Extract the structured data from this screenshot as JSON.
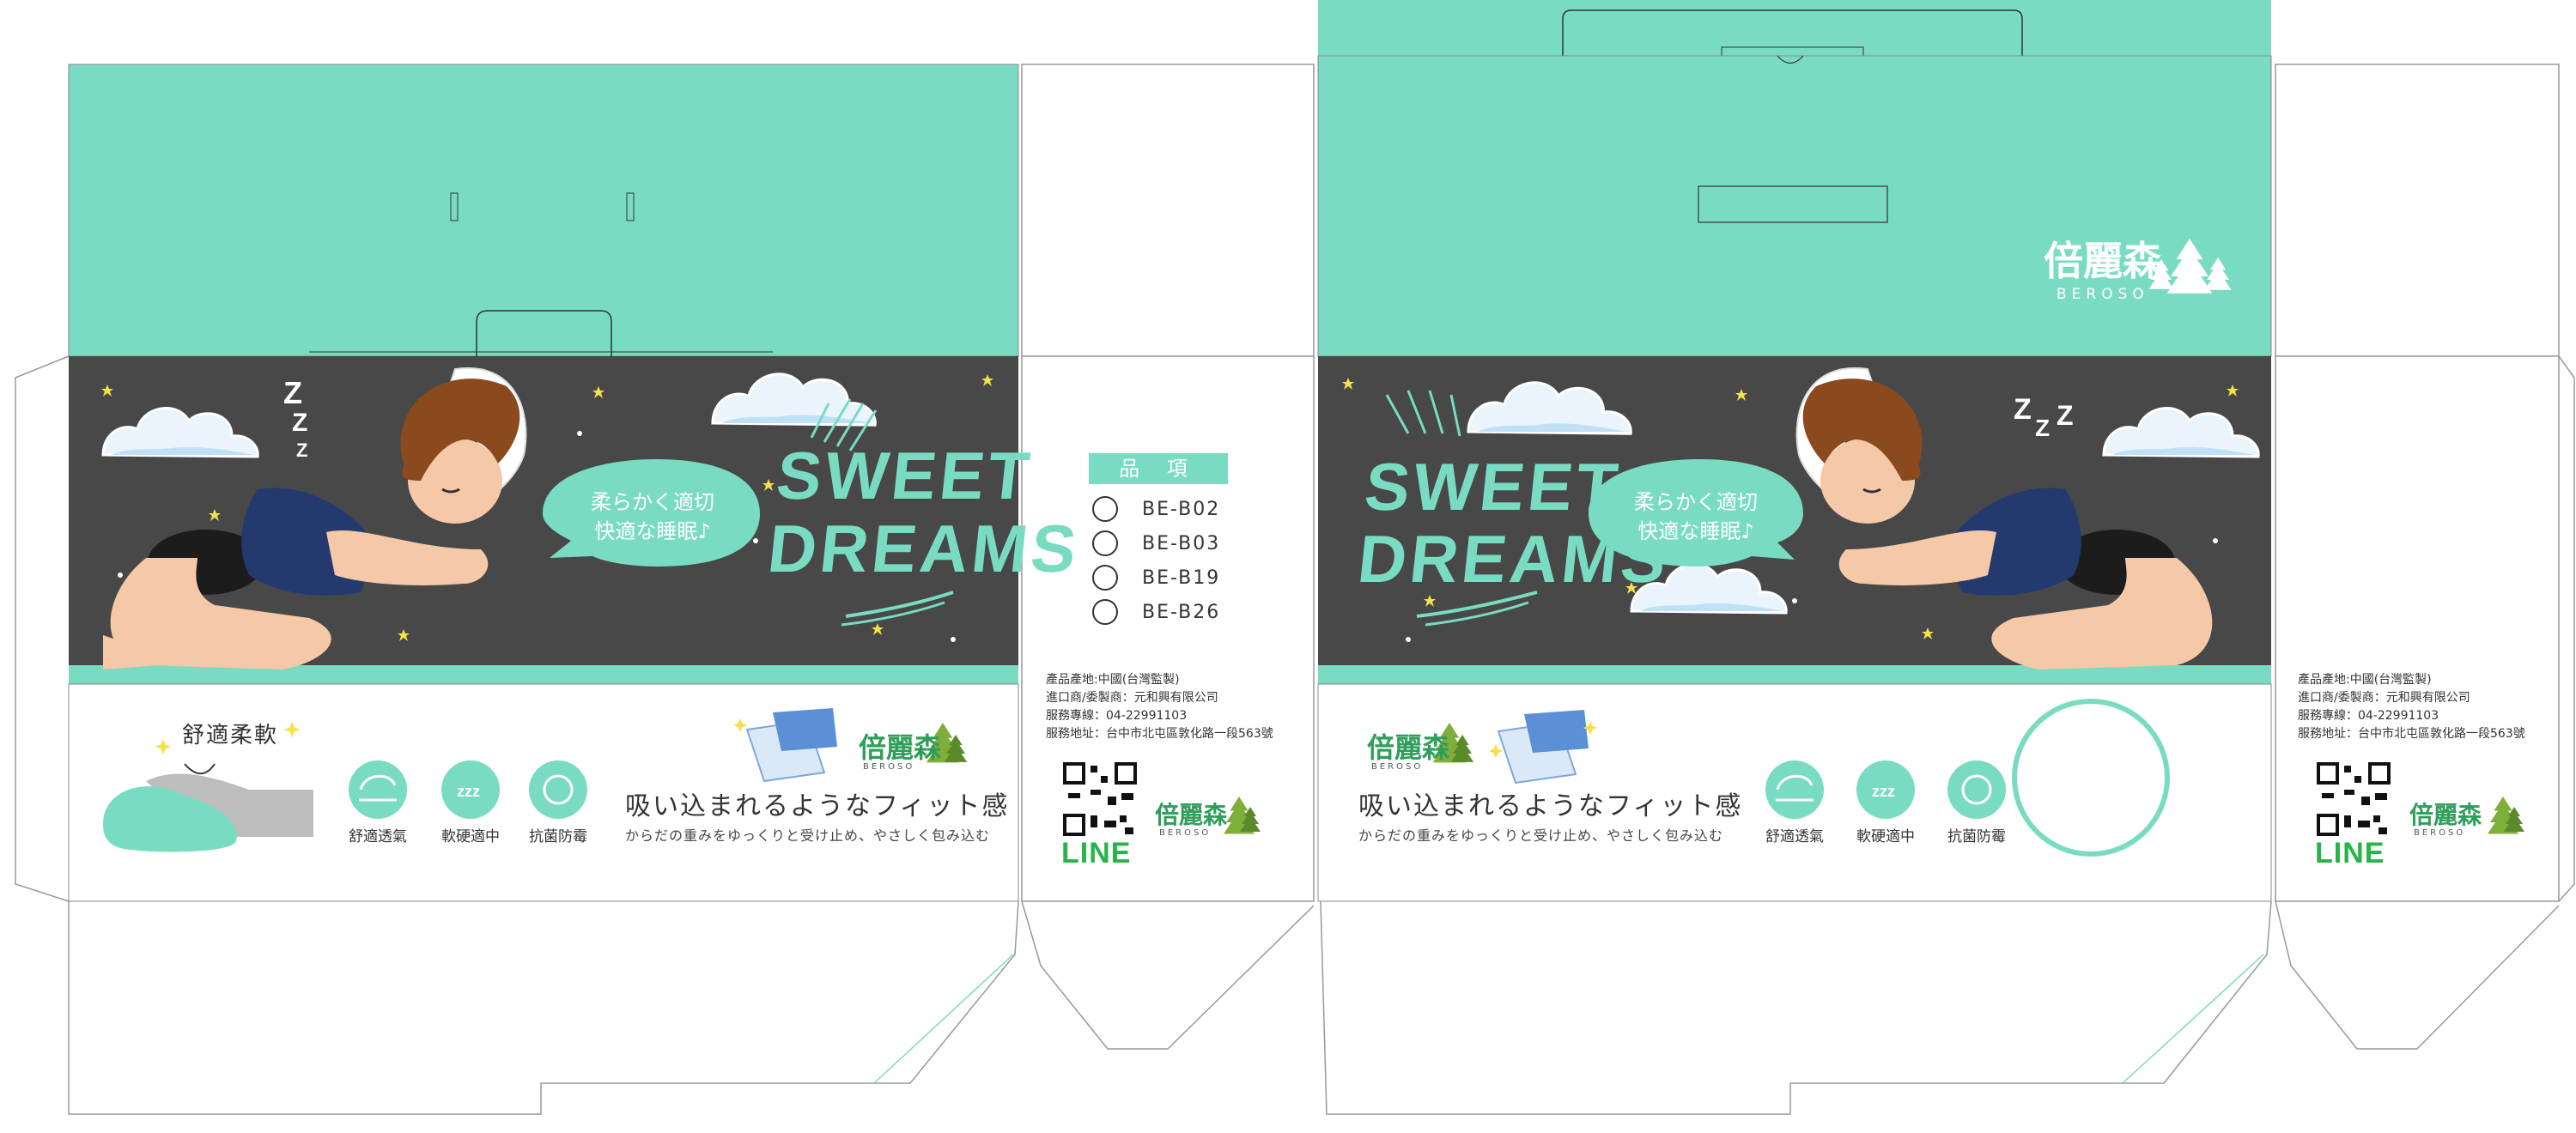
{
  "colors": {
    "mint": "#79dcc2",
    "dark_band": "#484848",
    "cloud": "#e3f0fb",
    "brand_green": "#2f9e5a",
    "line_green": "#27b54a"
  },
  "front": {
    "headline_line1": "SWEET",
    "headline_line2": "DREAMS",
    "bubble_line1": "柔らかく適切",
    "bubble_line2": "快適な睡眠♪",
    "zzz": "Z Z Z",
    "tagline": "吸い込まれるようなフィット感",
    "subline": "からだの重みをゆっくりと受け止め、やさしく包み込む",
    "comfort_label": "舒適柔軟",
    "features": [
      {
        "icon": "breathable-icon",
        "label": "舒適透氣"
      },
      {
        "icon": "sleep-zzz-icon",
        "label": "軟硬適中"
      },
      {
        "icon": "antibacterial-icon",
        "label": "抗菌防霉"
      }
    ]
  },
  "brand": {
    "name": "倍麗森",
    "latin": "BEROSO"
  },
  "side_panel": {
    "items_title": "品 項",
    "items": [
      "BE-B02",
      "BE-B03",
      "BE-B19",
      "BE-B26"
    ],
    "info": [
      "產品產地:中國(台灣監製)",
      "進口商/委製商：元和興有限公司",
      "服務專線：04-22991103",
      "服務地址：台中市北屯區敦化路一段563號"
    ],
    "line_label": "LINE"
  }
}
